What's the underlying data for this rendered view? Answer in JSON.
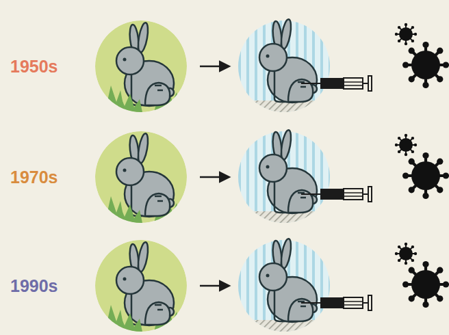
{
  "diagram": {
    "labels": [
      "1950s",
      "1970s",
      "1990s"
    ]
  }
}
